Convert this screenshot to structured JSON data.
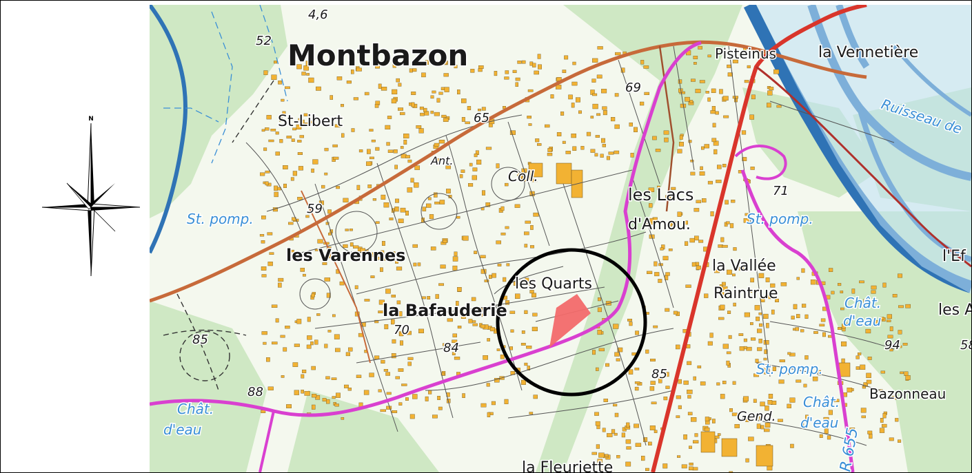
{
  "map": {
    "compass_letter": "N",
    "places": [
      {
        "text": "Montbazon",
        "style": "big"
      },
      {
        "text": "St-Libert",
        "style": "normal"
      },
      {
        "text": "les Varennes",
        "style": "bold"
      },
      {
        "text": "la Bafauderie",
        "style": "bold"
      },
      {
        "text": "les Quarts",
        "style": "normal"
      },
      {
        "text": "les Lacs",
        "style": "normal"
      },
      {
        "text": "d'Amou.",
        "style": "normal"
      },
      {
        "text": "la Vallée",
        "style": "normal"
      },
      {
        "text": "Raintrue",
        "style": "normal"
      },
      {
        "text": "Bazonneau",
        "style": "normal"
      },
      {
        "text": "la Fleuriette",
        "style": "normal"
      },
      {
        "text": "Coll.",
        "style": "italic"
      },
      {
        "text": "Gend.",
        "style": "italic"
      },
      {
        "text": "Ant.",
        "style": "italic"
      },
      {
        "text": "Pisteinus",
        "style": "normal"
      },
      {
        "text": "la Vennetière",
        "style": "normal"
      },
      {
        "text": "les A",
        "style": "normal"
      },
      {
        "text": "l'Ef",
        "style": "normal"
      }
    ],
    "water_labels": [
      {
        "text": "St. pomp."
      },
      {
        "text": "St. pomp."
      },
      {
        "text": "St. pomp."
      },
      {
        "text": "Chât."
      },
      {
        "text": "d'eau"
      },
      {
        "text": "Chât."
      },
      {
        "text": "d'eau"
      },
      {
        "text": "Chât."
      },
      {
        "text": "d'eau"
      },
      {
        "text": "Ruisseau de"
      }
    ],
    "elevations": [
      "52",
      "4,6",
      "69",
      "65",
      "59",
      "85",
      "88",
      "70",
      "84",
      "85",
      "71",
      "94",
      "58"
    ],
    "road_label": "R 655",
    "colors": {
      "forest": "#cfe8c4",
      "open": "#f4f8ee",
      "water": "#2f73b5",
      "main_road": "#d9352b",
      "secondary_road": "#c76a3a",
      "boundary": "#d940d0",
      "building": "#f2b233",
      "site_parcel": "#f26a6a",
      "circle": "#000000"
    }
  }
}
